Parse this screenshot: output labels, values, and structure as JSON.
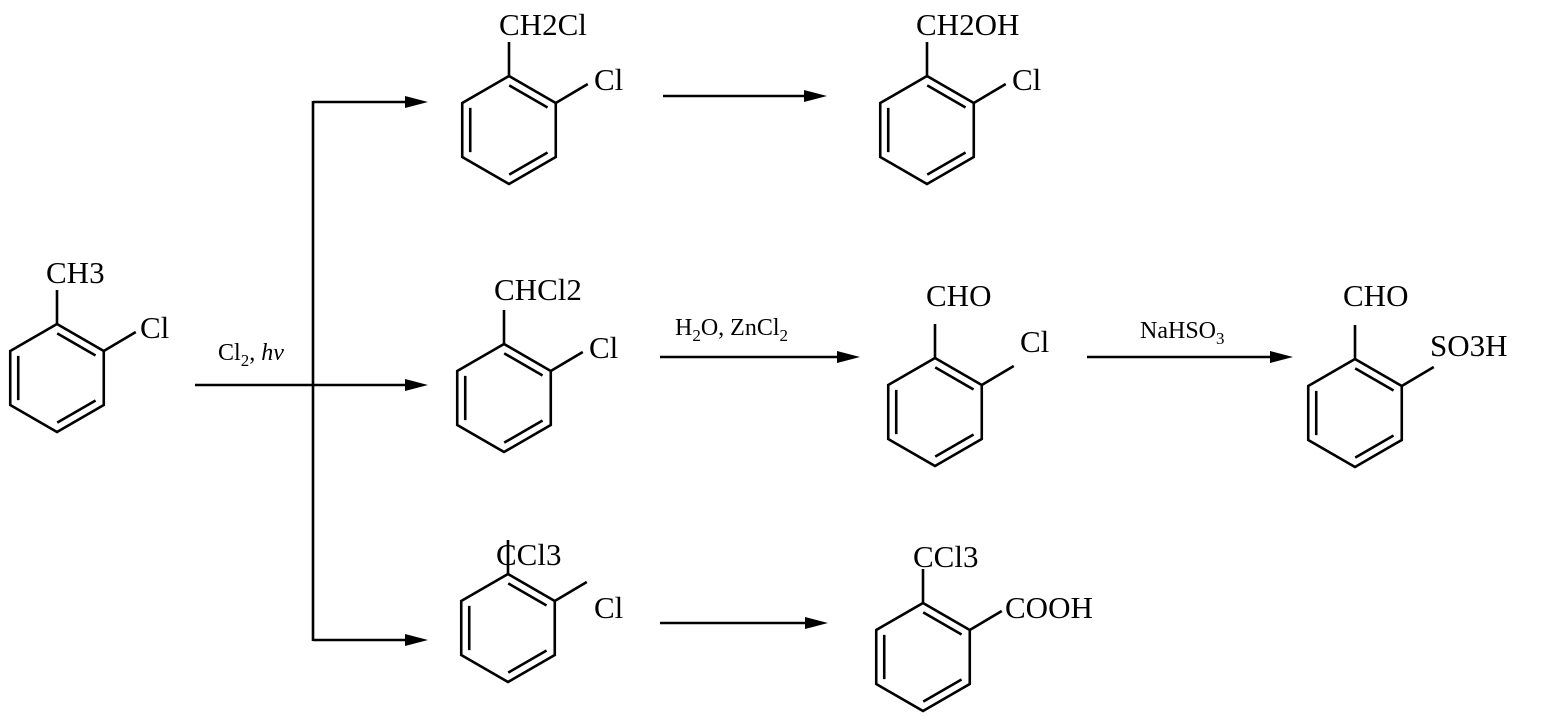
{
  "molecules": [
    {
      "id": "2-chlorotoluene",
      "top": "CH3",
      "side": "Cl"
    },
    {
      "id": "2-chlorobenzyl-chloride",
      "top": "CH2Cl",
      "side": "Cl"
    },
    {
      "id": "2-chlorobenzal-chloride",
      "top": "CHCl2",
      "side": "Cl"
    },
    {
      "id": "2-chlorobenzotrichloride",
      "top": "CCl3",
      "side": "Cl"
    },
    {
      "id": "2-chlorobenzyl-alcohol",
      "top": "CH2OH",
      "side": "Cl"
    },
    {
      "id": "2-chlorobenzaldehyde",
      "top": "CHO",
      "side": "Cl"
    },
    {
      "id": "2-trichloromethylbenzoic-acid",
      "top": "CCl3",
      "side": "COOH"
    },
    {
      "id": "2-formylbenzenesulfonic-acid",
      "top": "CHO",
      "side": "SO3H"
    }
  ],
  "conditions": {
    "chlorination": {
      "main": "Cl",
      "sub": "2",
      "rest": ", ",
      "italic": "hv"
    },
    "hydrolysis": {
      "a": "H",
      "a_sub": "2",
      "b": "O, ZnCl",
      "b_sub": "2"
    },
    "sulfonation": {
      "main": "NaHSO",
      "sub": "3"
    }
  }
}
